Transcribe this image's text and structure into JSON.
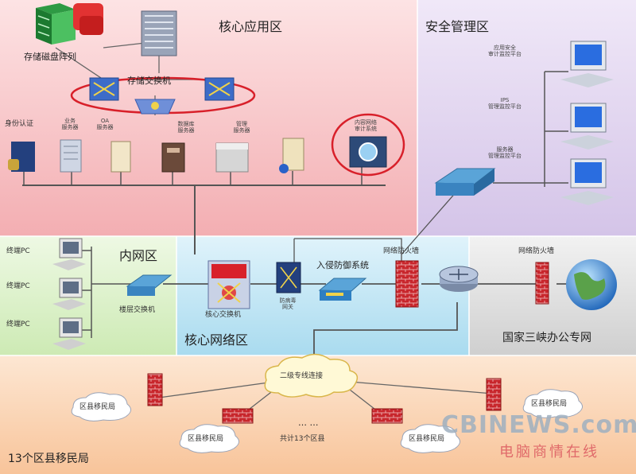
{
  "zones": {
    "core_app": "核心应用区",
    "security_mgmt": "安全管理区",
    "intranet": "内网区",
    "core_network": "核心网络区",
    "gov_private_net": "国家三峡办公专网",
    "counties": "13个区县移民局"
  },
  "nodes": {
    "storage_array": "存储磁盘阵列",
    "storage_switch": "存储交换机",
    "identity_auth": "身份认证",
    "business_server": "业务\n服务器",
    "oa_server": "OA\n服务器",
    "db_server": "数据库\n服务器",
    "mgmt_server": "管理\n服务器",
    "net_audit_system": "内容网络\n审计系统",
    "security_audit_platform": "应用安全\n审计监控平台",
    "ips_platform": "IPS\n管理监控平台",
    "server_mgmt_platform": "服务器\n管理监控平台",
    "terminal_pc_1": "终端PC",
    "terminal_pc_2": "终端PC",
    "terminal_pc_3": "终端PC",
    "floor_switch": "楼层交换机",
    "core_switch": "核心交换机",
    "firewall_gateway": "防病毒\n网关",
    "ips_system": "入侵防御系统",
    "net_firewall_1": "网络防火墙",
    "net_firewall_2": "网络防火墙",
    "secondary_link": "二级专线连接",
    "county_1": "区县移民局",
    "county_2": "区县移民局",
    "county_3": "区县移民局",
    "county_4": "区县移民局",
    "ellipsis": "…  …",
    "county_total": "共计13个区县"
  },
  "watermark": {
    "brand": "CBINEWS.com",
    "sub": "电脑商情在线"
  },
  "colors": {
    "core_app_bg": "#f5b8bc",
    "security_bg": "#ddd0ec",
    "intranet_bg": "#d9f0c6",
    "core_net_bg": "#bfe4f3",
    "gov_net_bg": "#d8d8d8",
    "county_bg": "#fbd5b5",
    "highlight_red": "#d8202a"
  }
}
